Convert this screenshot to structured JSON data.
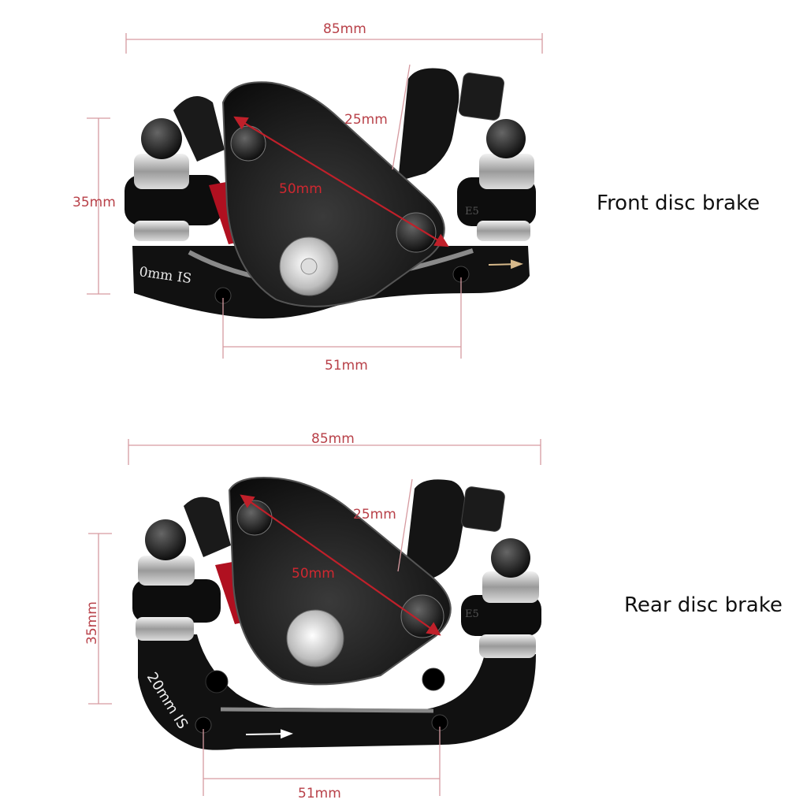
{
  "front": {
    "caption": "Front disc brake",
    "dim_width": "85mm",
    "dim_height": "35mm",
    "dim_arm": "25mm",
    "dim_diagonal": "50mm",
    "dim_mount": "51mm",
    "adapter_marking": "0mm IS",
    "badge": "E5"
  },
  "rear": {
    "caption": "Rear disc brake",
    "dim_width": "85mm",
    "dim_height": "35mm",
    "dim_arm": "25mm",
    "dim_diagonal": "50mm",
    "dim_mount": "51mm",
    "adapter_marking": "20mm IS",
    "badge": "E5"
  },
  "colors": {
    "dimension_text": "#b84048",
    "dimension_arrow": "#c0202a",
    "caliper_body": "#111111",
    "pad": "#b01020"
  }
}
